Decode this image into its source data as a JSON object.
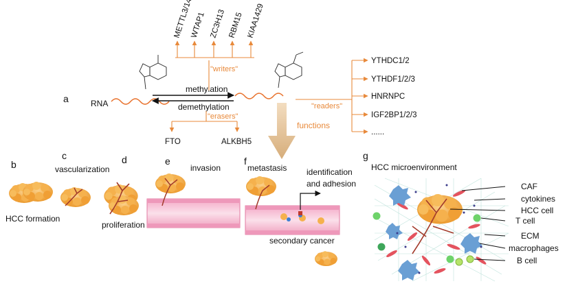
{
  "panel_a": {
    "letter": "a",
    "rna": "RNA",
    "writers_label": "\"writers\"",
    "readers_label": "\"readers\"",
    "erasers_label": "\"erasers\"",
    "methylation": "methylation",
    "demethylation": "demethylation",
    "functions": "functions",
    "writers": [
      "METTL3/14",
      "WTAP1",
      "ZC3H13",
      "RBM15",
      "KIAA1429"
    ],
    "readers": [
      "YTHDC1/2",
      "YTHDF1/2/3",
      "HNRNPC",
      "IGF2BP1/2/3",
      "......"
    ],
    "erasers": [
      "FTO",
      "ALKBH5"
    ]
  },
  "panels": {
    "b": {
      "letter": "b",
      "caption": "HCC formation"
    },
    "c": {
      "letter": "c",
      "caption": "vascularization"
    },
    "d": {
      "letter": "d",
      "caption": "proliferation"
    },
    "e": {
      "letter": "e",
      "caption": "invasion"
    },
    "f": {
      "letter": "f",
      "caption": "metastasis",
      "note1": "identification",
      "note2": "and adhesion",
      "note3": "secondary cancer"
    },
    "g": {
      "letter": "g",
      "caption": "HCC microenvironment",
      "legend": [
        "CAF",
        "cytokines",
        "HCC cell",
        "T cell",
        "ECM",
        "macrophages",
        "B cell"
      ]
    }
  },
  "colors": {
    "orange": "#e8893a",
    "tumor": "#f2a640",
    "vessel": "#e15a8a",
    "vessel_light": "#f7c6da",
    "red": "#c0392b",
    "teal": "#2f8f7f"
  }
}
